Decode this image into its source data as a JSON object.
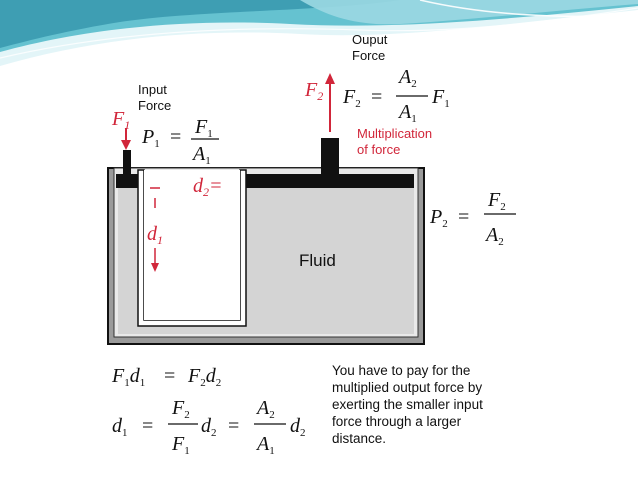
{
  "colors": {
    "accent_red": "#d1263a",
    "fluid": "#d4d4d4",
    "metal": "#111111",
    "wave_teal": "#4fb9c9",
    "wave_light": "#9bd8e2"
  },
  "labels": {
    "output_force": "Ouput\nForce",
    "input_force": "Input\nForce",
    "multiplication": "Multiplication\nof force",
    "fluid": "Fluid"
  },
  "symbols": {
    "F1": "F",
    "F1_sub": "1",
    "F2": "F",
    "F2_sub": "2",
    "d1": "d",
    "d1_sub": "1",
    "d2": "d",
    "d2_sub": "2",
    "equals": "="
  },
  "formulas": {
    "P1": "P1 = F1 / A1",
    "P2": "P2 = F2 / A2",
    "F2": "F2 = (A2 / A1) F1",
    "work": "F1d1 = F2d2",
    "distance": "d1 = (F2 / F1) d2 = (A2 / A1) d2"
  },
  "note": "You have to pay for the\nmultiplied output force by\nexerting the smaller input\nforce through a larger\ndistance."
}
